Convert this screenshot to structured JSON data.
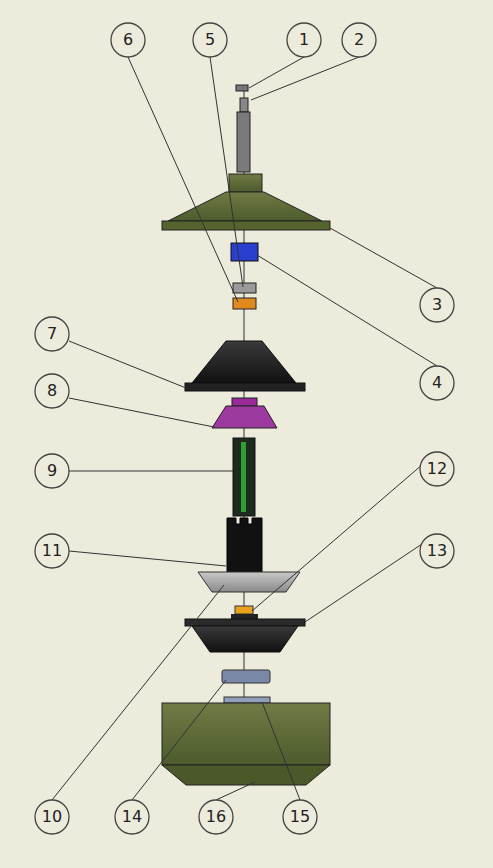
{
  "diagram": {
    "labels": [
      "6",
      "5",
      "1",
      "2",
      "3",
      "4",
      "7",
      "8",
      "9",
      "12",
      "11",
      "13",
      "10",
      "14",
      "16",
      "15"
    ]
  }
}
